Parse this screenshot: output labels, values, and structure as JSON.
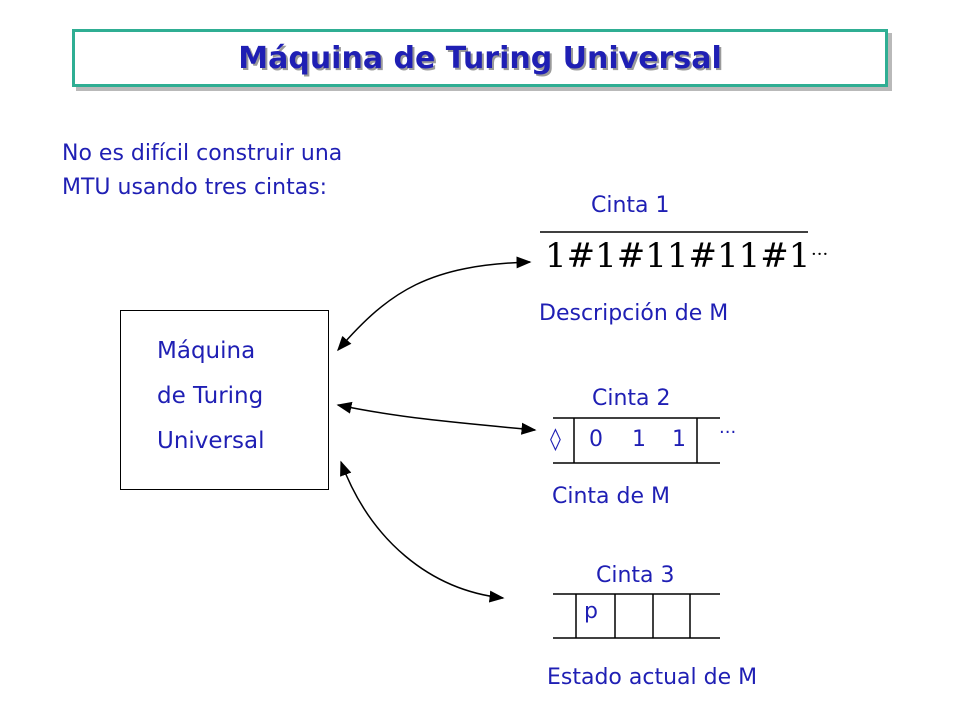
{
  "title": "Máquina de Turing Universal",
  "intro": {
    "line1": "No es difícil construir una",
    "line2": "MTU usando tres cintas:"
  },
  "machine": {
    "line1": "Máquina",
    "line2": "de Turing",
    "line3": "Universal"
  },
  "tape1": {
    "label": "Cinta 1",
    "content": "1#1#11#11#1",
    "ellipsis": "···",
    "caption": "Descripción de M"
  },
  "tape2": {
    "label": "Cinta 2",
    "cells": [
      "◊",
      "0",
      "1",
      "1"
    ],
    "ellipsis": "···",
    "caption": "Cinta de M"
  },
  "tape3": {
    "label": "Cinta 3",
    "cells": [
      "p",
      "",
      "",
      ""
    ],
    "caption": "Estado actual de M"
  },
  "colors": {
    "text": "#1f1fb4",
    "title_border": "#2fae93",
    "lines": "#000000"
  }
}
